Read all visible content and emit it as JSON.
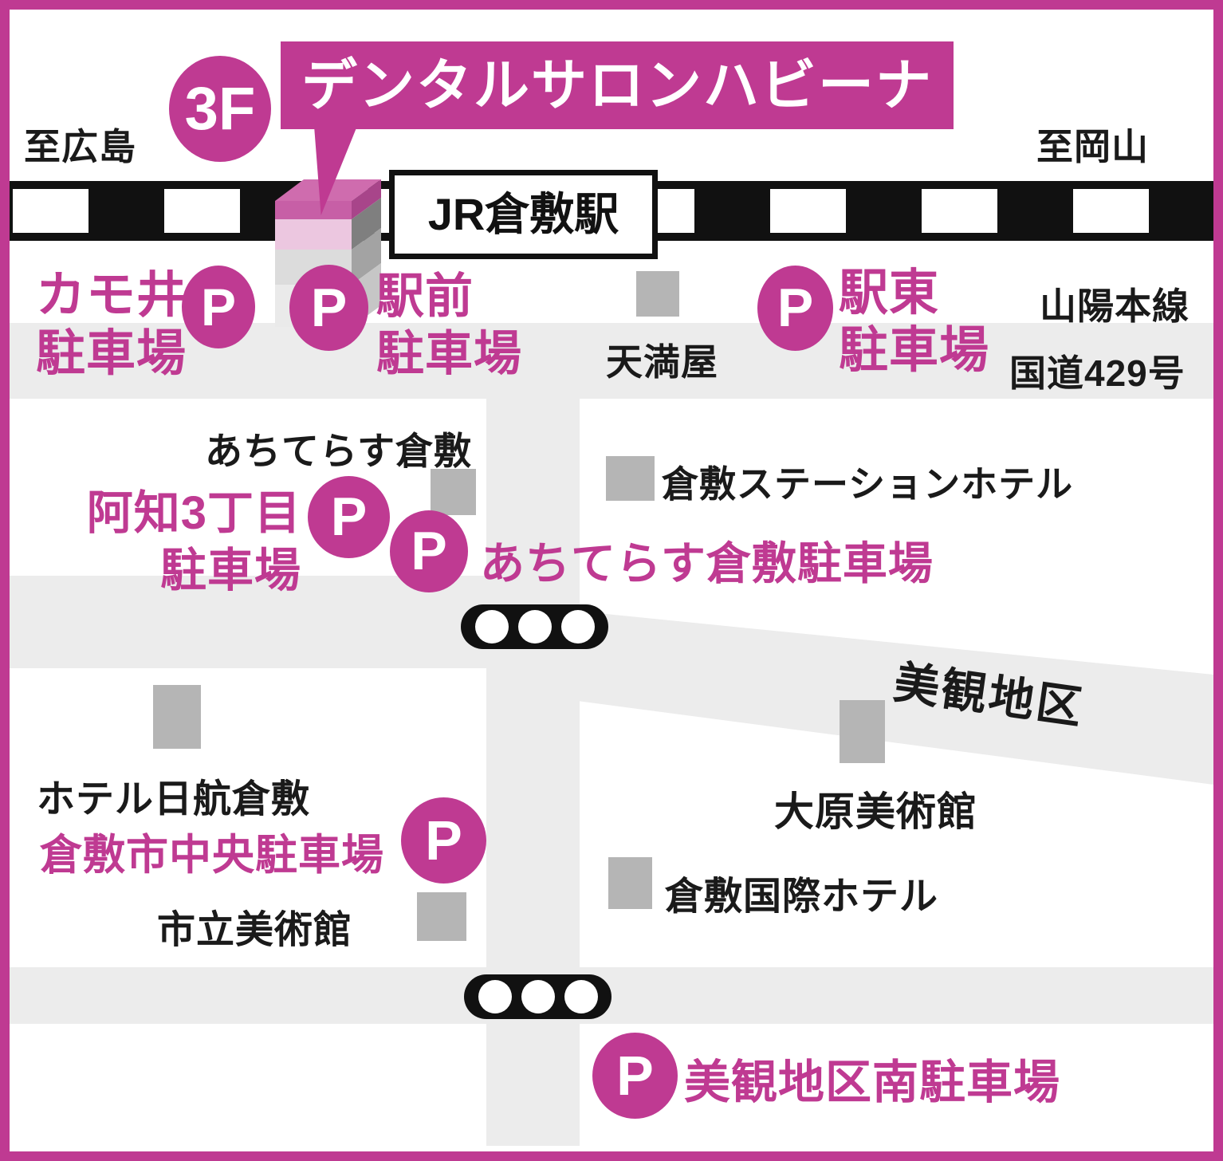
{
  "colors": {
    "accent": "#bf3a92",
    "road_gray": "#ececec",
    "building_marker_gray": "#b5b5b5",
    "rail_black": "#111111"
  },
  "header": {
    "floor_badge": "3F",
    "title": "デンタルサロンハビーナ",
    "to_hiroshima": "至広島",
    "to_okayama": "至岡山",
    "station_box": "JR倉敷駅"
  },
  "rail_labels": {
    "line_name": "山陽本線",
    "route_name": "国道429号"
  },
  "landmarks": {
    "tenmaya": "天満屋",
    "achiterasu": "あちてらす倉敷",
    "station_hotel": "倉敷ステーションホテル",
    "bikan_district": "美観地区",
    "hotel_nikko": "ホテル日航倉敷",
    "ohara_museum": "大原美術館",
    "kokusai_hotel": "倉敷国際ホテル",
    "city_museum": "市立美術館"
  },
  "parkings": {
    "p_letter": "P",
    "kamoi": "カモ井\n駐車場",
    "ekimae": "駅前\n駐車場",
    "ekihigashi": "駅東\n駐車場",
    "achi3": "阿知3丁目\n駐車場",
    "achiterasu_parking": "あちてらす倉敷駐車場",
    "chuo": "倉敷市中央駐車場",
    "bikan_south": "美観地区南駐車場"
  }
}
